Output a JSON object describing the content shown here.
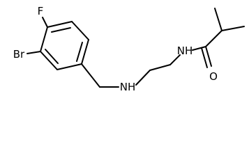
{
  "molecule": {
    "atoms": {
      "fluorine": "F",
      "bromine": "Br",
      "amine_nh": "NH",
      "amide_nh": "NH",
      "oxygen": "O"
    }
  },
  "colors": {
    "bond": "#000000",
    "label": "#000000",
    "background": "#ffffff"
  }
}
